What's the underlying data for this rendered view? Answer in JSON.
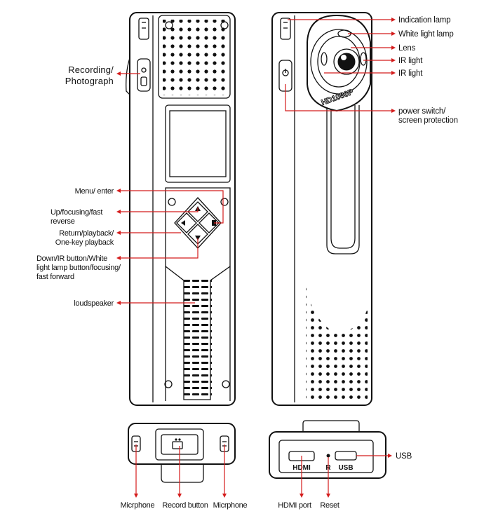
{
  "labels": {
    "recording_line1": "Recording/",
    "recording_line2": "Photograph",
    "menu": "Menu/ enter",
    "up_line1": "Up/focusing/fast",
    "up_line2": "reverse",
    "return_line1": "Return/playback/",
    "return_line2": "One-key playback",
    "down_line1": "Down/IR button/White",
    "down_line2": "light lamp button/focusing/",
    "down_line3": "fast forward",
    "loudspeaker": "loudspeaker",
    "indication": "Indication lamp",
    "white_light": "White light lamp",
    "lens": "Lens",
    "ir1": "IR light",
    "ir2": "IR light",
    "power_line1": "power switch/",
    "power_line2": "screen protection",
    "usb_right": "USB",
    "mic_left": "Micrphone",
    "record_button": "Record button",
    "mic_right": "Micrphone",
    "hdmi_port": "HDMI port",
    "reset": "Reset"
  },
  "device_print": {
    "lens_marking": "HD1080P",
    "hdmi": "HDMI",
    "reset_mark": "R",
    "usb": "USB"
  },
  "colors": {
    "callout": "#d41c1c",
    "outline": "#111111"
  }
}
